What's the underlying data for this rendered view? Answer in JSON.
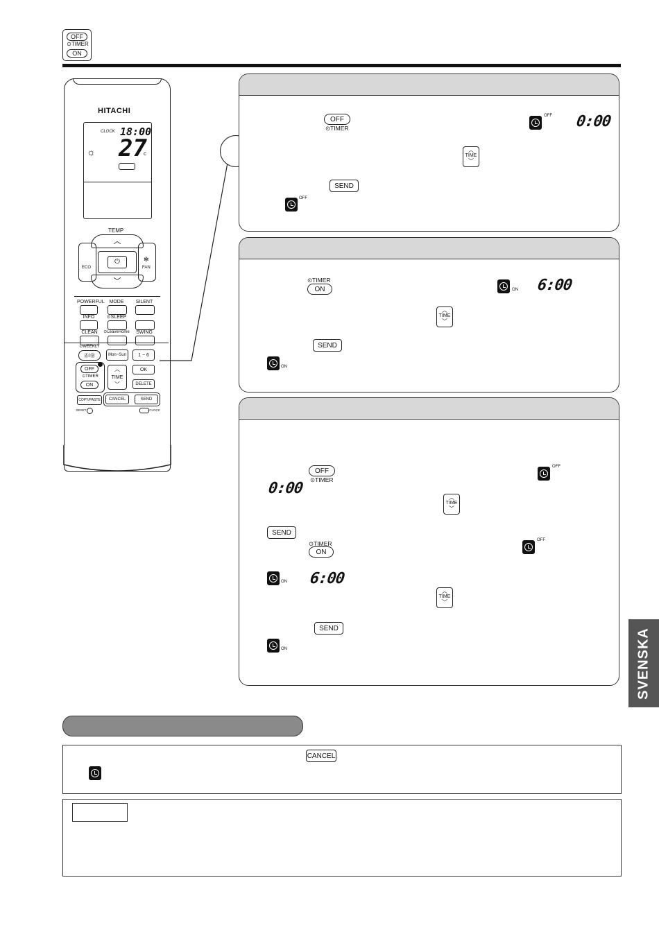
{
  "header": {
    "icon_off": "OFF",
    "icon_timer": "⊙TIMER",
    "icon_on": "ON"
  },
  "remote": {
    "brand": "HITACHI",
    "clock_label": "CLOCK",
    "clock_time": "18:00",
    "temp_value": "27",
    "temp_unit": "c",
    "temp_label": "TEMP",
    "eco": "ECO",
    "fan": "FAN",
    "powerful": "POWERFUL",
    "mode": "MODE",
    "silent": "SILENT",
    "info": "INFO",
    "sleep": "⊙SLEEP",
    "clean": "CLEAN",
    "leavehome": "⊙LeaveHome",
    "swing": "SWING",
    "weekly": "⊙WEEKLY",
    "ab": "Ⓐ/Ⓑ",
    "mon_sun": "Mon~Sun",
    "one_six": "1 ~ 6",
    "off": "OFF",
    "timer": "⊙TIMER",
    "on": "ON",
    "time": "TIME",
    "ok": "OK",
    "delete": "DELETE",
    "copypaste": "COPY/PASTE",
    "cancel": "CANCEL",
    "send": "SEND",
    "reset": "RESET",
    "clock": "CLOCK"
  },
  "panel1": {
    "off": "OFF",
    "timer": "⊙TIMER",
    "sup_off": "OFF",
    "time": "TIME",
    "send": "SEND",
    "display": "0:00"
  },
  "panel2": {
    "timer": "⊙TIMER",
    "on": "ON",
    "sup_on": "ON",
    "time": "TIME",
    "send": "SEND",
    "display": "6:00"
  },
  "panel3": {
    "off": "OFF",
    "timer": "⊙TIMER",
    "sup_off": "OFF",
    "display_off": "0:00",
    "time": "TIME",
    "send": "SEND",
    "timer2": "⊙TIMER",
    "on": "ON",
    "sup_off2": "OFF",
    "sup_on": "ON",
    "display_on": "6:00"
  },
  "bottom": {
    "cancel": "CANCEL"
  },
  "side_tab": "SVENSKA"
}
